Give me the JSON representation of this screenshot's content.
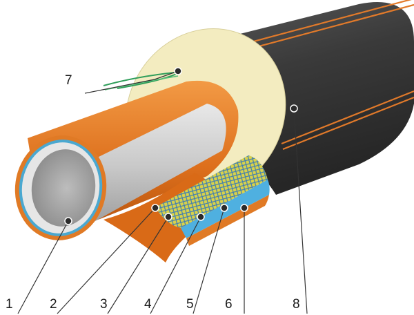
{
  "labels": [
    {
      "num": "1"
    },
    {
      "num": "2"
    },
    {
      "num": "3"
    },
    {
      "num": "4"
    },
    {
      "num": "5"
    },
    {
      "num": "6"
    },
    {
      "num": "7"
    },
    {
      "num": "8"
    }
  ],
  "colors": {
    "outer_jacket": "#3b3b3b",
    "jacket_stripe": "#e27a2a",
    "insulation_foam": "#f3ecc0",
    "protective_layer": "#e07a25",
    "inner_pipe": "#cfcfcf",
    "pipe_lining": "#4aa8d0",
    "braid_layer": "#c8c43a",
    "film_layer": "#4fb0e0",
    "signal_wires": "#2f9e5a"
  }
}
